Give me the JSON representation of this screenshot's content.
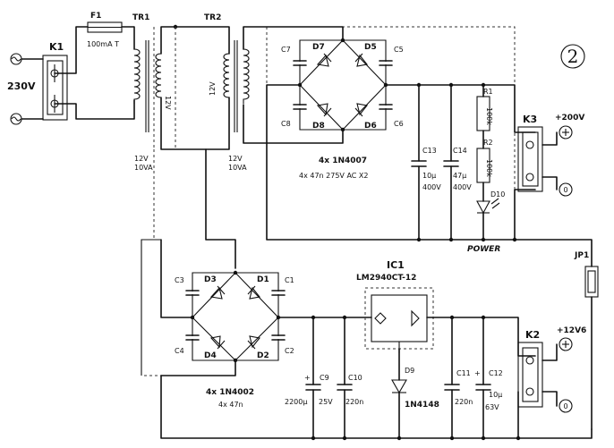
{
  "figure_number": "2",
  "mains": {
    "connector": "K1",
    "voltage": "230V"
  },
  "fuse": {
    "ref": "F1",
    "value": "100mA T"
  },
  "transformers": [
    {
      "ref": "TR1",
      "secondary": "12V",
      "rating": "12V",
      "power": "10VA"
    },
    {
      "ref": "TR2",
      "secondary": "12V",
      "rating": "12V",
      "power": "10VA"
    }
  ],
  "hv_bridge": {
    "diodes": [
      "D7",
      "D5",
      "D8",
      "D6"
    ],
    "caps": [
      "C7",
      "C5",
      "C8",
      "C6"
    ],
    "type_label": "4x 1N4007",
    "cap_label": "4x 47n 275V AC X2"
  },
  "hv_filter": {
    "c13": {
      "ref": "C13",
      "value": "10µ",
      "voltage": "400V"
    },
    "c14": {
      "ref": "C14",
      "value": "47µ",
      "voltage": "400V"
    },
    "r1": {
      "ref": "R1",
      "value": "100k"
    },
    "r2": {
      "ref": "R2",
      "value": "100k"
    },
    "led": {
      "ref": "D10",
      "label": "POWER"
    }
  },
  "hv_output": {
    "connector": "K3",
    "plus": "+200V",
    "minus": "0"
  },
  "jumper": "JP1",
  "lv_bridge": {
    "diodes": [
      "D3",
      "D1",
      "D4",
      "D2"
    ],
    "caps": [
      "C3",
      "C1",
      "C4",
      "C2"
    ],
    "type_label": "4x 1N4002",
    "cap_label": "4x 47n"
  },
  "regulator": {
    "ref": "IC1",
    "part": "LM2940CT-12"
  },
  "lv_filter": {
    "c9": {
      "ref": "C9",
      "value": "2200µ",
      "voltage": "25V"
    },
    "c10": {
      "ref": "C10",
      "value": "220n"
    },
    "d9": {
      "ref": "D9",
      "part": "1N4148"
    },
    "c11": {
      "ref": "C11",
      "value": "220n"
    },
    "c12": {
      "ref": "C12",
      "value": "10µ",
      "voltage": "63V"
    }
  },
  "lv_output": {
    "connector": "K2",
    "plus": "+12V6",
    "minus": "0"
  }
}
